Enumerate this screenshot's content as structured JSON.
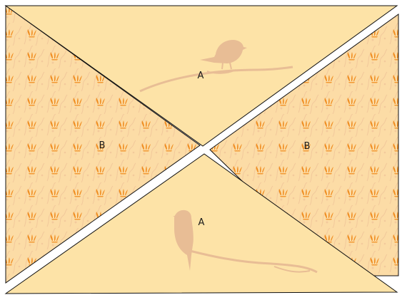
{
  "labels": {
    "top": "A",
    "bottom": "A",
    "left": "B",
    "right": "B"
  },
  "colors": {
    "plain_fill": "#fde3a7",
    "pattern_fill": "#fcdca6",
    "leaf_orange": "#f08c1e",
    "vine": "#e9b892",
    "bird": "#e6b994",
    "outline": "#111111"
  }
}
